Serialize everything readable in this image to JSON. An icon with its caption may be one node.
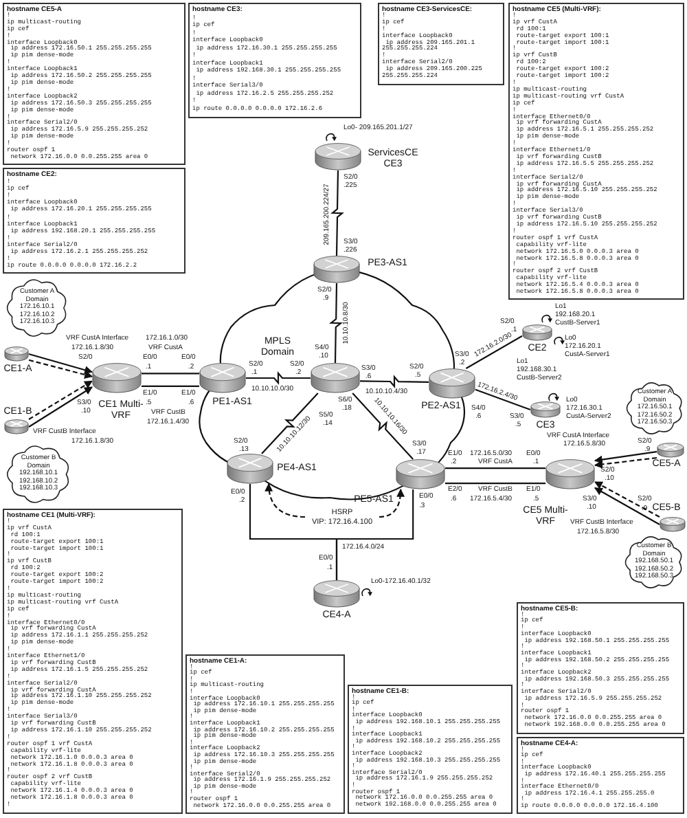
{
  "diagram": {
    "nodes": [
      {
        "text": [
          "hostname CE5-A",
          "!",
          "ip multicast-routing",
          "ip cef",
          "!",
          "interface Loopback0",
          " ip address 172.16.50.1 255.255.255.255",
          " ip pim dense-mode",
          "!",
          "interface Loopback1",
          " ip address 172.16.50.2 255.255.255.255",
          " ip pim dense-mode",
          "!",
          "interface Loopback2",
          " ip address 172.16.50.3 255.255.255.255",
          " ip pim dense-mode",
          "!",
          "interface Serial2/0",
          " ip address 172.16.5.9 255.255.255.252",
          " ip pim dense-mode",
          "!",
          "router ospf 1",
          " network 172.16.0.0 0.0.255.255 area 0"
        ]
      },
      {
        "text": [
          "hostname CE3:",
          "!",
          "ip cef",
          "!",
          "interface Loopback0",
          " ip address 172.16.30.1 255.255.255.255",
          "!",
          "interface Loopback1",
          " ip address 192.168.30.1 255.255.255.255",
          "!",
          "interface Serial3/0",
          " ip address 172.16.2.5 255.255.255.252",
          "!",
          "ip route 0.0.0.0 0.0.0.0 172.16.2.6"
        ]
      },
      {
        "text": [
          "hostname CE3-ServicesCE:",
          "!",
          "ip cef",
          "!",
          "interface Loopback0",
          " ip address 209.165.201.1 255.255.255.224",
          "!",
          "interface Serial2/0",
          " ip address 209.165.200.225 255.255.255.224"
        ]
      },
      {
        "text": [
          "hostname CE5 (Multi-VRF):",
          "!",
          "ip vrf CustA",
          " rd 100:1",
          " route-target export 100:1",
          " route-target import 100:1",
          "!",
          "ip vrf CustB",
          " rd 100:2",
          " route-target export 100:2",
          " route-target import 100:2",
          "!",
          "ip multicast-routing",
          "ip multicast-routing vrf CustA",
          "ip cef",
          "!",
          "interface Ethernet0/0",
          " ip vrf forwarding CustA",
          " ip address 172.16.5.1 255.255.255.252",
          " ip pim dense-mode",
          "!",
          "interface Ethernet1/0",
          " ip vrf forwarding CustB",
          " ip address 172.16.5.5 255.255.255.252",
          "!",
          "interface Serial2/0",
          " ip vrf forwarding CustA",
          " ip address 172.16.5.10 255.255.255.252",
          " ip pim dense-mode",
          "!",
          "interface Serial3/0",
          " ip vrf forwarding CustB",
          " ip address 172.16.5.10 255.255.255.252",
          "!",
          "router ospf 1 vrf CustA",
          " capability vrf-lite",
          " network 172.16.5.0 0.0.0.3 area 0",
          " network 172.16.5.8 0.0.0.3 area 0",
          "!",
          "router ospf 2 vrf CustB",
          " capability vrf-lite",
          " network 172.16.5.4 0.0.0.3 area 0",
          " network 172.16.5.8 0.0.0.3 area 0"
        ]
      },
      {
        "text": [
          "hostname CE2:",
          "!",
          "ip cef",
          "!",
          "interface Loopback0",
          " ip address 172.16.20.1 255.255.255.255",
          "!",
          "interface Loopback1",
          " ip address 192.168.20.1 255.255.255.255",
          "!",
          "interface Serial2/0",
          " ip address 172.16.2.1 255.255.255.252",
          "!",
          "ip route 0.0.0.0 0.0.0.0 172.16.2.2"
        ]
      },
      {
        "text": [
          "ServicesCE CE3"
        ]
      },
      {
        "text": [
          "MPLS Domain"
        ]
      },
      {
        "text": [
          "PE3-AS1"
        ],
        "in": 6
      },
      {
        "text": [
          "Customer A Domain",
          "172.16.10.1",
          "172.16.10.2",
          "172.16.10.3"
        ]
      },
      {
        "text": [
          "CE1-A"
        ]
      },
      {
        "text": [
          "CE1-B"
        ]
      },
      {
        "text": [
          "Customer B Domain",
          "192.168.10.1",
          "192.168.10.2",
          "192.168.10.3"
        ]
      },
      {
        "text": [
          "CE1 Multi-VRF"
        ]
      },
      {
        "text": [
          "PE1-AS1"
        ],
        "in": 6
      },
      {
        "text": [],
        "shape": "cylinder",
        "in": 6
      },
      {
        "text": [
          "PE2-AS1"
        ],
        "in": 6
      },
      {
        "text": [
          "CE2"
        ]
      },
      {
        "text": [
          "CE3"
        ]
      },
      {
        "text": [
          "Customer A Domain",
          "172.16.50.1",
          "172.16.50.2",
          "172.16.50.3"
        ]
      },
      {
        "text": [
          "CE5-A"
        ]
      },
      {
        "text": [
          "PE4-AS1"
        ],
        "in": 6
      },
      {
        "text": [
          "PE5-AS1"
        ],
        "in": 6
      },
      {
        "text": [
          "CE5 Multi-VRF"
        ]
      },
      {
        "text": [
          "CE5-B"
        ]
      },
      {
        "text": [
          "HSRP",
          "VIP: 172.16.4.100"
        ]
      },
      {
        "text": [
          "CE4-A"
        ]
      },
      {
        "text": [
          "Customer B Domain",
          "192.168.50.1",
          "192.168.50.2",
          "192.168.50.3"
        ]
      },
      {
        "text": [
          "hostname CE1 (Multi-VRF):",
          "!",
          "ip vrf CustA",
          " rd 100:1",
          " route-target export 100:1",
          " route-target import 100:1",
          "!",
          "ip vrf CustB",
          " rd 100:2",
          " route-target export 100:2",
          " route-target import 100:2",
          "!",
          "ip multicast-routing",
          "ip multicast-routing vrf CustA",
          "ip cef",
          "!",
          "interface Ethernet0/0",
          " ip vrf forwarding CustA",
          " ip address 172.16.1.1 255.255.255.252",
          " ip pim dense-mode",
          "!",
          "interface Ethernet1/0",
          " ip vrf forwarding CustB",
          " ip address 172.16.1.5 255.255.255.252",
          "!",
          "interface Serial2/0",
          " ip vrf forwarding CustA",
          " ip address 172.16.1.10 255.255.255.252",
          " ip pim dense-mode",
          "!",
          "interface Serial3/0",
          " ip vrf forwarding CustB",
          " ip address 172.16.1.10 255.255.255.252",
          "!",
          "router ospf 1 vrf CustA",
          " capability vrf-lite",
          " network 172.16.1.0 0.0.0.3 area 0",
          " network 172.16.1.8 0.0.0.3 area 0",
          "!",
          "router ospf 2 vrf CustB",
          " capability vrf-lite",
          " network 172.16.1.4 0.0.0.3 area 0",
          " network 172.16.1.8 0.0.0.3 area 0",
          "!"
        ]
      },
      {
        "text": [
          "hostname CE1-A:",
          "!",
          "ip cef",
          "!",
          "ip multicast-routing",
          "!",
          "interface Loopback0",
          " ip address 172.16.10.1 255.255.255.255",
          " ip pim dense-mode",
          "!",
          "interface Loopback1",
          " ip address 172.16.10.2 255.255.255.255",
          " ip pim dense-mode",
          "!",
          "interface Loopback2",
          " ip address 172.16.10.3 255.255.255.255",
          " ip pim dense-mode",
          "!",
          "interface Serial2/0",
          " ip address 172.16.1.9 255.255.255.252",
          " ip pim dense-mode",
          "!",
          "router ospf 1",
          " network 172.16.0.0 0.0.255.255 area 0"
        ]
      },
      {
        "text": [
          "hostname CE1-B:",
          "!",
          "ip cef",
          "!",
          "interface Loopback0",
          " ip address 192.168.10.1 255.255.255.255",
          "!",
          "interface Loopback1",
          " ip address 192.168.10.2 255.255.255.255",
          "!",
          "interface Loopback2",
          " ip address 192.168.10.3 255.255.255.255",
          "!",
          "interface Serial2/0",
          " ip address 172.16.1.9 255.255.255.252",
          "!",
          "router ospf 1",
          " network 172.16.0.0 0.0.255.255 area 0",
          " network 192.168.0.0 0.0.255.255 area 0"
        ]
      },
      {
        "text": [
          "hostname CE5-B:",
          "!",
          "ip cef",
          "!",
          "interface Loopback0",
          " ip address 192.168.50.1 255.255.255.255",
          "!",
          "interface Loopback1",
          " ip address 192.168.50.2 255.255.255.255",
          "!",
          "interface Loopback2",
          " ip address 192.168.50.3 255.255.255.255",
          "!",
          "interface Serial2/0",
          " ip address 172.16.5.9 255.255.255.252",
          "!",
          "router ospf 1",
          " network 172.16.0.0 0.0.255.255 area 0",
          " network 192.168.0.0 0.0.255.255 area 0"
        ]
      },
      {
        "text": [
          "hostname CE4-A:",
          "!",
          "ip cef",
          "!",
          "interface Loopback0",
          " ip address 172.16.40.1 255.255.255.255",
          "!",
          "interface Ethernet0/0",
          " ip address 172.16.4.1 255.255.255.0",
          "!",
          "ip route 0.0.0.0 0.0.0.0 172.16.4.100"
        ]
      }
    ],
    "edges": [
      {
        "from": 9,
        "to": 12,
        "arrow": "to"
      },
      {
        "from": 9,
        "to": 12,
        "arrow": "to",
        "style": "dashed"
      },
      {
        "from": 10,
        "to": 12,
        "arrow": "to"
      },
      {
        "from": 10,
        "to": 12,
        "arrow": "to",
        "style": "dashed"
      },
      {
        "from": 12,
        "to": 13,
        "arrow": "none"
      },
      {
        "from": 12,
        "to": 13,
        "arrow": "none"
      },
      {
        "from": 13,
        "to": 14,
        "arrow": "none"
      },
      {
        "from": 5,
        "to": 7,
        "arrow": "none"
      },
      {
        "from": 7,
        "to": 14,
        "arrow": "none"
      },
      {
        "from": 14,
        "to": 15,
        "arrow": "none"
      },
      {
        "from": 14,
        "to": 20,
        "arrow": "none"
      },
      {
        "from": 14,
        "to": 21,
        "arrow": "none"
      },
      {
        "from": 15,
        "to": 16,
        "arrow": "none"
      },
      {
        "from": 15,
        "to": 17,
        "arrow": "none"
      },
      {
        "from": 21,
        "to": 22,
        "arrow": "none"
      },
      {
        "from": 21,
        "to": 22,
        "arrow": "none"
      },
      {
        "from": 19,
        "to": 22,
        "arrow": "to"
      },
      {
        "from": 19,
        "to": 22,
        "arrow": "to",
        "style": "dashed"
      },
      {
        "from": 23,
        "to": 22,
        "arrow": "to"
      },
      {
        "from": 23,
        "to": 22,
        "arrow": "to",
        "style": "dashed"
      },
      {
        "from": 20,
        "to": 25,
        "arrow": "none"
      },
      {
        "from": 21,
        "to": 25,
        "arrow": "none"
      },
      {
        "from": 24,
        "to": 20,
        "arrow": "to",
        "style": "dashed"
      },
      {
        "from": 24,
        "to": 21,
        "arrow": "to",
        "style": "dashed"
      }
    ],
    "labels": [
      "VRF CustA Interface",
      "172.16.1.8/30",
      "S2/0",
      "S3/0",
      ".10",
      "VRF CustB Interface",
      "172.16.1.8/30",
      "172.16.1.0/30",
      "VRF CustA",
      "E0/0",
      ".1",
      "E0/0",
      ".2",
      "E1/0",
      ".5",
      "E1/0",
      ".6",
      "VRF CustB",
      "172.16.1.4/30",
      "S2/0",
      ".1",
      "S2/0",
      ".2",
      "10.10.10.0/30",
      "S2/0",
      ".9",
      "10.10.10.8/30",
      "S4/0",
      ".10",
      "S3/0",
      ".6",
      "10.10.10.4/30",
      "S2/0",
      ".5",
      "S6/0",
      ".18",
      "S5/0",
      ".14",
      "10.10.10.12/30",
      "S2/0",
      ".13",
      "10.10.10.16/30",
      "S3/0",
      ".17",
      "E0/0",
      ".2",
      "E1/0",
      "172.16.5.0/30",
      "E0/0",
      ".2",
      "VRF CustA",
      ".1",
      "E2/0",
      "VRF CustB",
      "E1/0",
      ".6",
      "172.16.5.4/30",
      ".5",
      "E0/0",
      ".3",
      "172.16.4.0/24",
      "E0/0",
      ".1",
      "Lo0-172.16.40.1/32",
      "Lo0- 209.165.201.1/27",
      "209.165.200.224/27",
      "S2/0",
      ".225",
      "S3/0",
      ".226",
      "S3/0",
      ".2",
      "172.16.2.0/30",
      "S2/0",
      ".1",
      "Lo1",
      "192.168.20.1",
      "CustB-Server1",
      "Lo0",
      "172.16.20.1",
      "CustA-Server1",
      "Lo1",
      "192.168.30.1",
      "CustB-Server2",
      "172.16.2.4/30",
      "S4/0",
      ".6",
      "S3/0",
      ".5",
      "Lo0",
      "172.16.30.1",
      "CustA-Server2",
      "VRF CustA Interface",
      "172.16.5.8/30",
      "S2/0",
      ".9",
      "S2/0",
      ".10",
      "S3/0",
      ".10",
      "VRF CustB Interface",
      "172.16.5.8/30",
      "S2/0",
      ".9"
    ]
  }
}
